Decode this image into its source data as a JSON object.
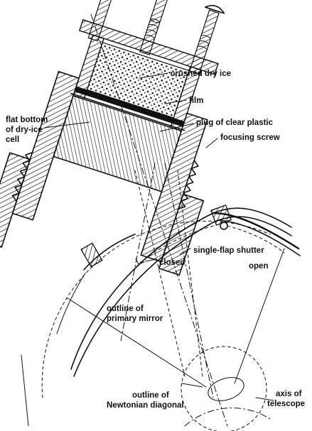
{
  "labels": {
    "crushed_dry_ice": "crushed dry ice",
    "film": "film",
    "flat_bottom_line1": "flat bottom",
    "flat_bottom_line2": "of dry-ice",
    "flat_bottom_line3": "cell",
    "plug": "plug of clear plastic",
    "focusing_screw": "focusing screw",
    "shutter": "single-flap shutter",
    "open": "open",
    "closed": "closed",
    "primary_line1": "outline of",
    "primary_line2": "primary mirror",
    "diagonal_line1": "outline of",
    "diagonal_line2": "Newtonian diagonal",
    "axis_line1": "axis of",
    "axis_line2": "telescope"
  },
  "colors": {
    "ink": "#111111",
    "paper": "#ffffff"
  }
}
